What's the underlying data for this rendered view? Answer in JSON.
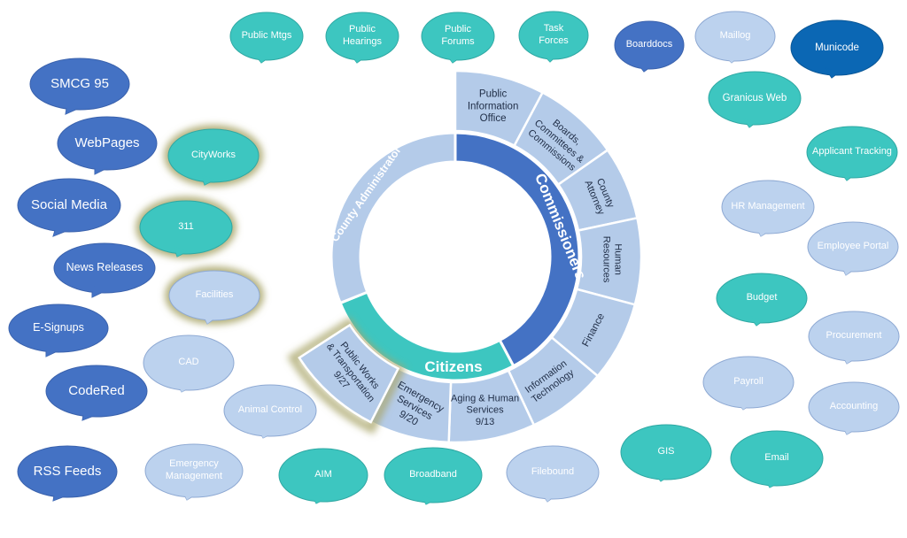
{
  "colors": {
    "dark_blue": "#4472c4",
    "teal": "#3dc6c0",
    "light_blue": "#bcd2ee",
    "deep_blue": "#0b67b4",
    "ring_light": "#b4cbe9",
    "ring_border": "#ffffff",
    "glow": "#a9a66a",
    "white_text": "#ffffff",
    "dark_text": "#1f2d46",
    "light_text": "#ffffff"
  },
  "core": {
    "top_right_label": "Commissioners",
    "top_left_label": "County Administrator",
    "bottom_label": "Citizens"
  },
  "segments": [
    {
      "id": "public-information-office",
      "label": "Public\nInformation\nOffice"
    },
    {
      "id": "boards-committees-commissions",
      "label": "Boards,\nCommittees &\nCommissions"
    },
    {
      "id": "county-attorney",
      "label": "County\nAttorney"
    },
    {
      "id": "human-resources",
      "label": "Human\nResources"
    },
    {
      "id": "finance",
      "label": "Finance"
    },
    {
      "id": "information-technology",
      "label": "Information\nTechnology"
    },
    {
      "id": "aging-human-services",
      "label": "Aging & Human\nServices\n9/13"
    },
    {
      "id": "emergency-services",
      "label": "Emergency\nServices\n9/20"
    },
    {
      "id": "public-works-transportation",
      "label": "Public Works\n& Transportation\n9/27"
    }
  ],
  "bubbles": [
    {
      "id": "public-mtgs",
      "label": "Public Mtgs",
      "style": "teal"
    },
    {
      "id": "public-hearings",
      "label": "Public\nHearings",
      "style": "teal"
    },
    {
      "id": "public-forums",
      "label": "Public\nForums",
      "style": "teal"
    },
    {
      "id": "task-forces",
      "label": "Task\nForces",
      "style": "teal"
    },
    {
      "id": "boarddocs",
      "label": "Boarddocs",
      "style": "dark_blue"
    },
    {
      "id": "maillog",
      "label": "Maillog",
      "style": "light_blue"
    },
    {
      "id": "municode",
      "label": "Municode",
      "style": "deep_blue"
    },
    {
      "id": "smcg-95",
      "label": "SMCG 95",
      "style": "dark_blue"
    },
    {
      "id": "granicus-web",
      "label": "Granicus Web",
      "style": "teal"
    },
    {
      "id": "webpages",
      "label": "WebPages",
      "style": "dark_blue"
    },
    {
      "id": "cityworks",
      "label": "CityWorks",
      "style": "teal",
      "glow": true
    },
    {
      "id": "applicant-tracking",
      "label": "Applicant Tracking",
      "style": "teal"
    },
    {
      "id": "social-media",
      "label": "Social Media",
      "style": "dark_blue"
    },
    {
      "id": "hr-management",
      "label": "HR Management",
      "style": "light_blue"
    },
    {
      "id": "311",
      "label": "311",
      "style": "teal",
      "glow": true
    },
    {
      "id": "employee-portal",
      "label": "Employee Portal",
      "style": "light_blue"
    },
    {
      "id": "news-releases",
      "label": "News Releases",
      "style": "dark_blue"
    },
    {
      "id": "facilities",
      "label": "Facilities",
      "style": "light_blue",
      "glow": true
    },
    {
      "id": "budget",
      "label": "Budget",
      "style": "teal"
    },
    {
      "id": "e-signups",
      "label": "E-Signups",
      "style": "dark_blue"
    },
    {
      "id": "procurement",
      "label": "Procurement",
      "style": "light_blue"
    },
    {
      "id": "cad",
      "label": "CAD",
      "style": "light_blue"
    },
    {
      "id": "payroll",
      "label": "Payroll",
      "style": "light_blue"
    },
    {
      "id": "coderred",
      "label": "CodeRed",
      "style": "dark_blue"
    },
    {
      "id": "animal-control",
      "label": "Animal Control",
      "style": "light_blue"
    },
    {
      "id": "accounting",
      "label": "Accounting",
      "style": "light_blue"
    },
    {
      "id": "gis",
      "label": "GIS",
      "style": "teal"
    },
    {
      "id": "email",
      "label": "Email",
      "style": "teal"
    },
    {
      "id": "emergency-management",
      "label": "Emergency\nManagement",
      "style": "light_blue"
    },
    {
      "id": "aim",
      "label": "AIM",
      "style": "teal"
    },
    {
      "id": "broadband",
      "label": "Broadband",
      "style": "teal"
    },
    {
      "id": "filebound",
      "label": "Filebound",
      "style": "light_blue"
    },
    {
      "id": "rss-feeds",
      "label": "RSS Feeds",
      "style": "dark_blue"
    }
  ]
}
